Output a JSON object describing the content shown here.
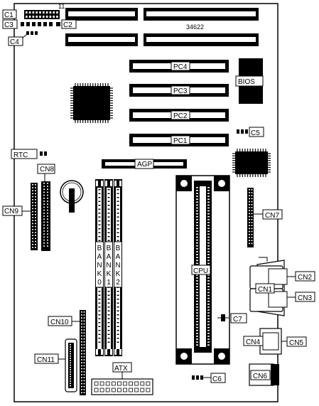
{
  "board": {
    "model": "34622",
    "pin_marker": "11"
  },
  "labels": {
    "c1": "C1",
    "c2": "C2",
    "c3": "C3",
    "c4": "C4",
    "c5": "C5",
    "c6": "C6",
    "c7": "C7",
    "rtc": "RTC",
    "cn1": "CN1",
    "cn2": "CN2",
    "cn3": "CN3",
    "cn4": "CN4",
    "cn5": "CN5",
    "cn6": "CN6",
    "cn7": "CN7",
    "cn8": "CN8",
    "cn9": "CN9",
    "cn10": "CN10",
    "cn11": "CN11",
    "pc1": "PC1",
    "pc2": "PC2",
    "pc3": "PC3",
    "pc4": "PC4",
    "agp": "AGP",
    "bios": "BIOS",
    "cpu": "CPU",
    "atx": "ATX",
    "bank0": [
      "B",
      "A",
      "N",
      "K",
      "0"
    ],
    "bank1": [
      "B",
      "A",
      "N",
      "K",
      "1"
    ],
    "bank2": [
      "B",
      "A",
      "N",
      "K",
      "2"
    ]
  }
}
